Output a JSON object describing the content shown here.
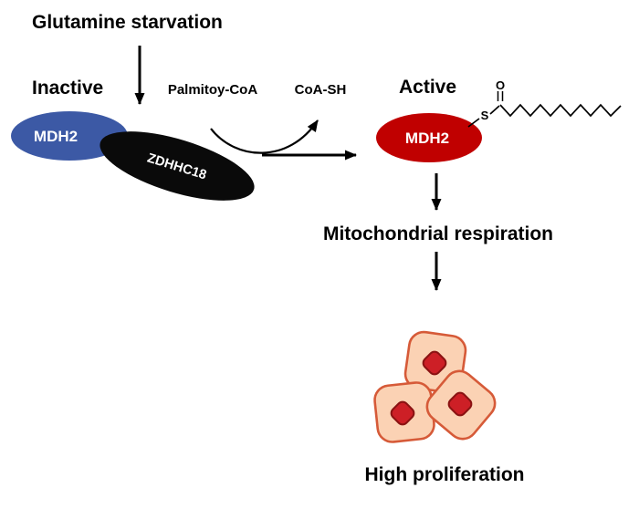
{
  "diagram": {
    "top_label": "Glutamine starvation",
    "inactive_label": "Inactive",
    "active_label": "Active",
    "inactive_complex": {
      "mdh2": "MDH2",
      "zdhhc18": "ZDHHC18"
    },
    "reaction": {
      "substrate": "Palmitoy-CoA",
      "product": "CoA-SH"
    },
    "active_enzyme": {
      "mdh2": "MDH2",
      "sulfur": "S",
      "oxygen": "O"
    },
    "downstream": {
      "respiration": "Mitochondrial respiration",
      "proliferation": "High proliferation"
    }
  },
  "colors": {
    "mdh2_inactive_fill": "#3c59a5",
    "zdhhc18_fill": "#0a0a0a",
    "mdh2_active_fill": "#c00000",
    "cell_fill": "#fbd2b4",
    "cell_stroke": "#d65a38",
    "nucleus_fill": "#cd1f26",
    "nucleus_stroke": "#8a1212",
    "arrow_color": "#000000",
    "label_color": "#000000"
  }
}
